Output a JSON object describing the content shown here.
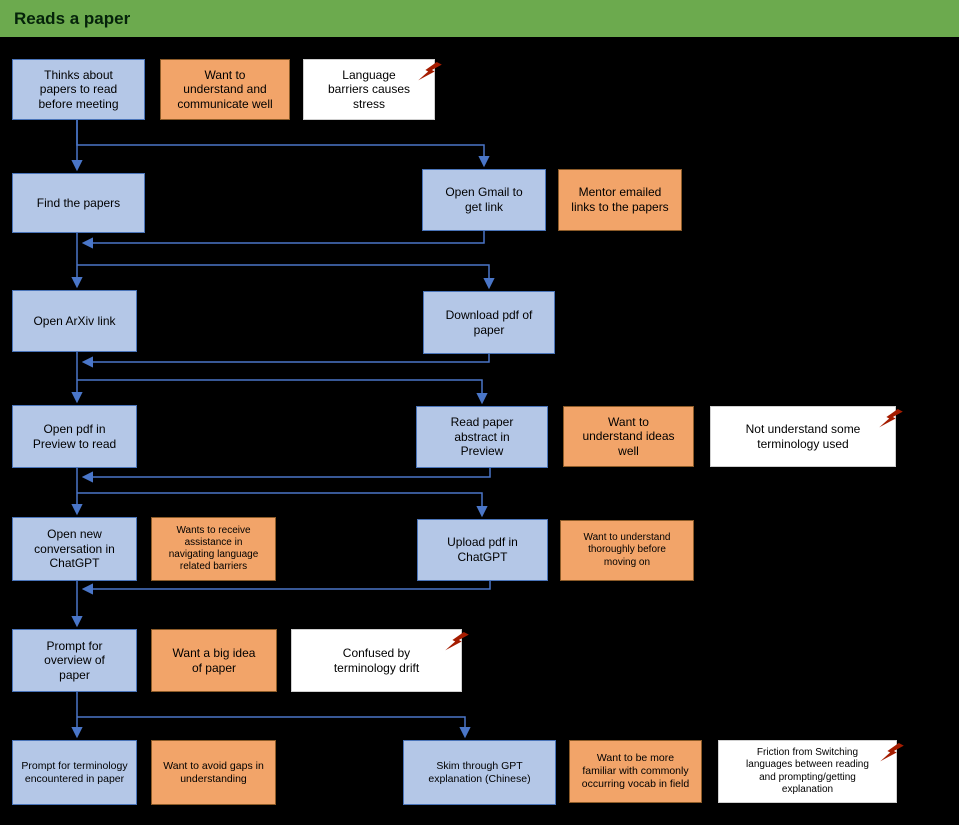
{
  "title_bar": {
    "title": "Reads a paper"
  },
  "colors": {
    "header_bg": "#6caa4e",
    "header_text": "#05230a",
    "canvas_bg": "#000000",
    "action_fill": "#b4c7e7",
    "action_border": "#4a74b9",
    "goal_fill": "#f2a469",
    "goal_border": "#8c5b28",
    "pain_fill": "#ffffff",
    "pain_border": "#cfcfcf",
    "lightning": "#a51c00",
    "connector": "#4a76c8",
    "text": "#000000"
  },
  "legend": {
    "step_meaning": "action step (blue)",
    "goal_meaning": "user goal / context (orange)",
    "pain_meaning": "pain point (white with lightning bolt)"
  },
  "nodes": [
    {
      "id": "thinks-about-papers",
      "kind": "step",
      "lightning": false,
      "text": "Thinks about papers to read before meeting"
    },
    {
      "id": "want-understand-communicate",
      "kind": "goal",
      "lightning": false,
      "text": "Want to understand and communicate well"
    },
    {
      "id": "language-barriers-stress",
      "kind": "pain",
      "lightning": true,
      "text": "Language barriers causes stress"
    },
    {
      "id": "find-the-papers",
      "kind": "step",
      "lightning": false,
      "text": "Find the papers"
    },
    {
      "id": "open-gmail",
      "kind": "step",
      "lightning": false,
      "text": "Open Gmail to get link"
    },
    {
      "id": "mentor-emailed-links",
      "kind": "goal",
      "lightning": false,
      "text": "Mentor emailed links to the papers"
    },
    {
      "id": "open-arxiv-link",
      "kind": "step",
      "lightning": false,
      "text": "Open ArXiv link"
    },
    {
      "id": "download-pdf",
      "kind": "step",
      "lightning": false,
      "text": "Download pdf of paper"
    },
    {
      "id": "open-pdf-preview",
      "kind": "step",
      "lightning": false,
      "text": "Open pdf in Preview to read"
    },
    {
      "id": "read-abstract-preview",
      "kind": "step",
      "lightning": false,
      "text": "Read paper abstract in Preview"
    },
    {
      "id": "want-understand-ideas",
      "kind": "goal",
      "lightning": false,
      "text": "Want to understand ideas well"
    },
    {
      "id": "not-understand-terminology",
      "kind": "pain",
      "lightning": true,
      "text": "Not understand some terminology used"
    },
    {
      "id": "open-new-conversation",
      "kind": "step",
      "lightning": false,
      "text": "Open new conversation in ChatGPT"
    },
    {
      "id": "wants-assistance-language",
      "kind": "goal",
      "lightning": false,
      "text": "Wants to receive assistance in navigating language related barriers"
    },
    {
      "id": "upload-pdf-chatgpt",
      "kind": "step",
      "lightning": false,
      "text": "Upload pdf in ChatGPT"
    },
    {
      "id": "want-understand-thoroughly",
      "kind": "goal",
      "lightning": false,
      "text": "Want to understand thoroughly before moving on"
    },
    {
      "id": "prompt-overview",
      "kind": "step",
      "lightning": false,
      "text": "Prompt for overview of paper"
    },
    {
      "id": "want-big-idea",
      "kind": "goal",
      "lightning": false,
      "text": "Want a big idea of paper"
    },
    {
      "id": "confused-terminology-drift",
      "kind": "pain",
      "lightning": true,
      "text": "Confused by terminology drift"
    },
    {
      "id": "prompt-terminology",
      "kind": "step",
      "lightning": false,
      "text": "Prompt for terminology encountered in paper"
    },
    {
      "id": "want-avoid-gaps",
      "kind": "goal",
      "lightning": false,
      "text": "Want to avoid gaps in understanding"
    },
    {
      "id": "skim-gpt-explanation",
      "kind": "step",
      "lightning": false,
      "text": "Skim through GPT explanation (Chinese)"
    },
    {
      "id": "want-familiar-vocab",
      "kind": "goal",
      "lightning": false,
      "text": "Want to be more familiar with commonly occurring vocab in field"
    },
    {
      "id": "friction-switching-languages",
      "kind": "pain",
      "lightning": true,
      "text": "Friction from Switching languages between reading and prompting/getting explanation"
    }
  ]
}
